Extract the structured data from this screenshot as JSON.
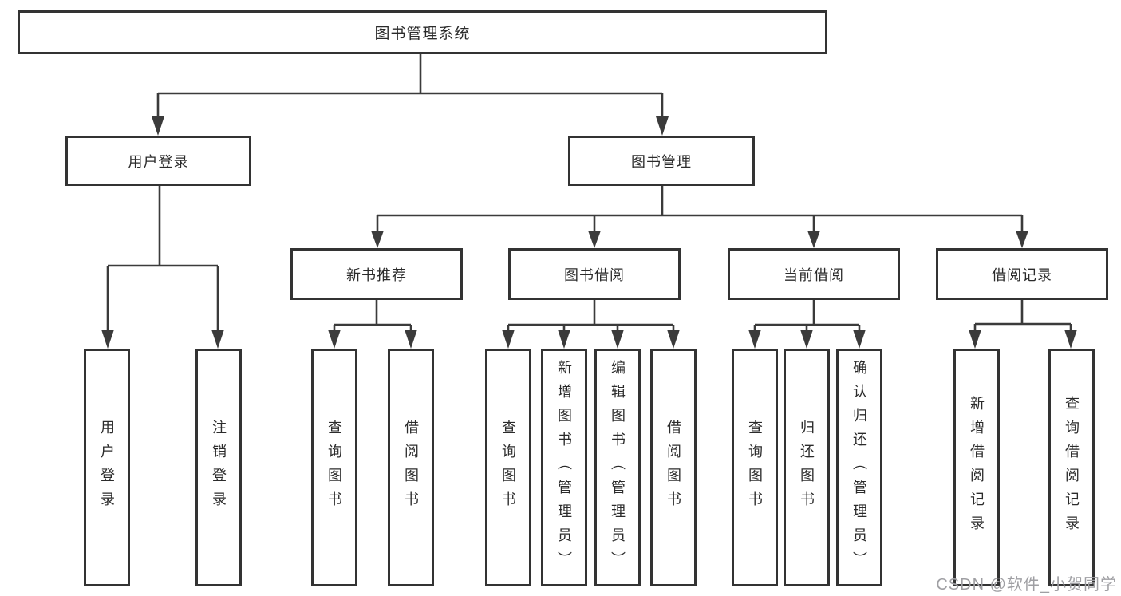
{
  "diagram": {
    "root": {
      "label": "图书管理系统"
    },
    "branches": [
      {
        "label": "用户登录",
        "children": [
          {
            "label": "用户登录"
          },
          {
            "label": "注销登录"
          }
        ]
      },
      {
        "label": "图书管理",
        "children": [
          {
            "label": "新书推荐",
            "children": [
              {
                "label": "查询图书"
              },
              {
                "label": "借阅图书"
              }
            ]
          },
          {
            "label": "图书借阅",
            "children": [
              {
                "label": "查询图书"
              },
              {
                "label": "新增图书（管理员）"
              },
              {
                "label": "编辑图书（管理员）"
              },
              {
                "label": "借阅图书"
              }
            ]
          },
          {
            "label": "当前借阅",
            "children": [
              {
                "label": "查询图书"
              },
              {
                "label": "归还图书"
              },
              {
                "label": "确认归还（管理员）"
              }
            ]
          },
          {
            "label": "借阅记录",
            "children": [
              {
                "label": "新增借阅记录"
              },
              {
                "label": "查询借阅记录"
              }
            ]
          }
        ]
      }
    ]
  },
  "watermark": {
    "text": "CSDN @软件_小贺同学"
  },
  "colors": {
    "line": "#3b3b3b",
    "border": "#333333",
    "text": "#2b2b2b",
    "bg": "#ffffff",
    "watermark": "#9f9fa3"
  }
}
